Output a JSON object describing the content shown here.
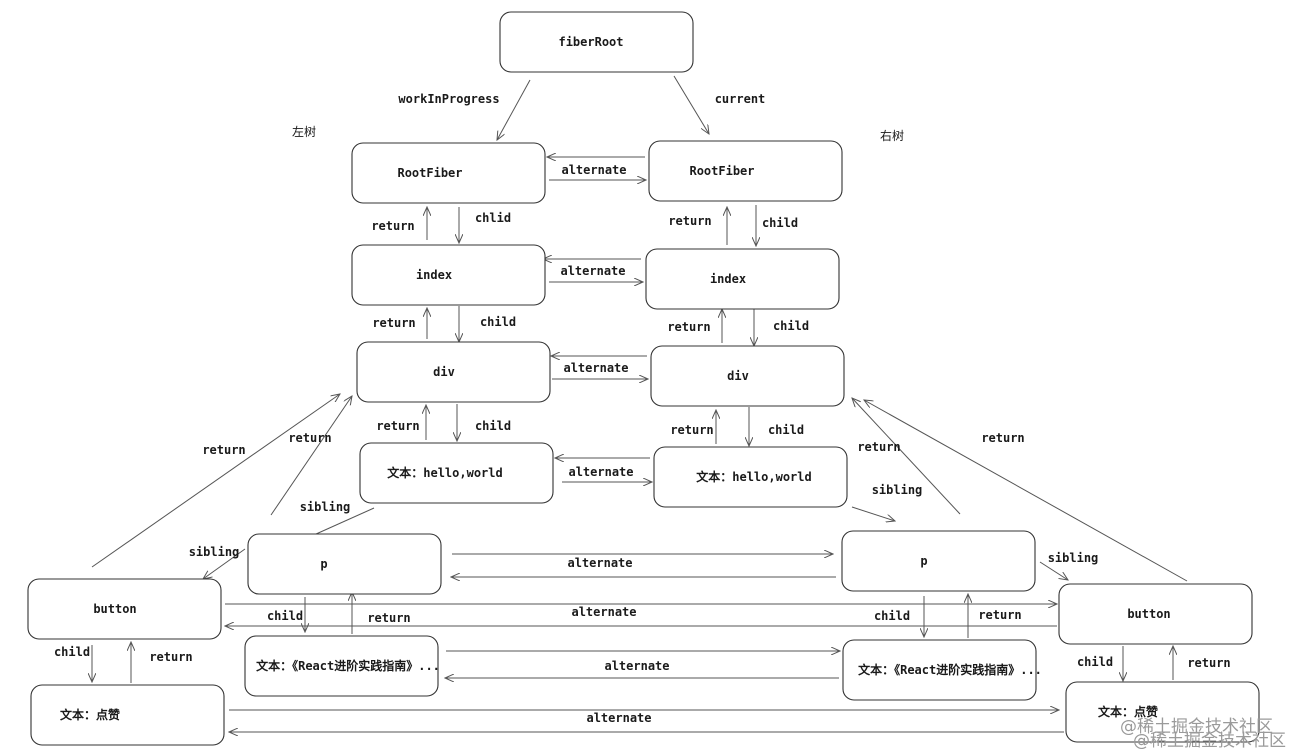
{
  "side_labels": {
    "left": "左树",
    "right": "右树"
  },
  "watermark": "@稀土掘金技术社区",
  "nodes": [
    {
      "id": "fiberRoot",
      "label": "fiberRoot"
    },
    {
      "id": "L_rootfiber",
      "label": "RootFiber"
    },
    {
      "id": "R_rootfiber",
      "label": "RootFiber"
    },
    {
      "id": "L_index",
      "label": "index"
    },
    {
      "id": "R_index",
      "label": "index"
    },
    {
      "id": "L_div",
      "label": "div"
    },
    {
      "id": "R_div",
      "label": "div"
    },
    {
      "id": "L_hello",
      "label": "文本：hello,world"
    },
    {
      "id": "R_hello",
      "label": "文本：hello,world"
    },
    {
      "id": "L_p",
      "label": "p"
    },
    {
      "id": "R_p",
      "label": "p"
    },
    {
      "id": "L_button",
      "label": "button"
    },
    {
      "id": "R_button",
      "label": "button"
    },
    {
      "id": "L_ptext",
      "label": "文本：《React进阶实践指南》..."
    },
    {
      "id": "R_ptext",
      "label": "文本：《React进阶实践指南》..."
    },
    {
      "id": "L_like",
      "label": "文本：点赞"
    },
    {
      "id": "R_like",
      "label": "文本：点赞"
    }
  ],
  "edges": [
    {
      "from": "fiberRoot",
      "to": "L_rootfiber",
      "label": "workInProgress"
    },
    {
      "from": "fiberRoot",
      "to": "R_rootfiber",
      "label": "current"
    },
    {
      "from": "R_rootfiber",
      "to": "L_rootfiber",
      "label": "alternate"
    },
    {
      "from": "L_rootfiber",
      "to": "R_rootfiber",
      "label": ""
    },
    {
      "from": "L_index",
      "to": "L_rootfiber",
      "label": "return"
    },
    {
      "from": "L_rootfiber",
      "to": "L_index",
      "label": "chlid"
    },
    {
      "from": "R_index",
      "to": "R_rootfiber",
      "label": "return"
    },
    {
      "from": "R_rootfiber",
      "to": "R_index",
      "label": "child"
    },
    {
      "from": "R_index",
      "to": "L_index",
      "label": "alternate"
    },
    {
      "from": "L_index",
      "to": "R_index",
      "label": ""
    },
    {
      "from": "L_div",
      "to": "L_index",
      "label": "return"
    },
    {
      "from": "L_index",
      "to": "L_div",
      "label": "child"
    },
    {
      "from": "R_div",
      "to": "R_index",
      "label": "return"
    },
    {
      "from": "R_index",
      "to": "R_div",
      "label": "child"
    },
    {
      "from": "R_div",
      "to": "L_div",
      "label": "alternate"
    },
    {
      "from": "L_div",
      "to": "R_div",
      "label": ""
    },
    {
      "from": "L_hello",
      "to": "L_div",
      "label": "return"
    },
    {
      "from": "L_div",
      "to": "L_hello",
      "label": "child"
    },
    {
      "from": "R_hello",
      "to": "R_div",
      "label": "return"
    },
    {
      "from": "R_div",
      "to": "R_hello",
      "label": "child"
    },
    {
      "from": "R_hello",
      "to": "L_hello",
      "label": "alternate"
    },
    {
      "from": "L_hello",
      "to": "R_hello",
      "label": ""
    },
    {
      "from": "L_hello",
      "to": "L_p",
      "label": "sibling"
    },
    {
      "from": "R_hello",
      "to": "R_p",
      "label": "sibling"
    },
    {
      "from": "L_p",
      "to": "L_div",
      "label": "return"
    },
    {
      "from": "R_p",
      "to": "R_div",
      "label": "return"
    },
    {
      "from": "L_p",
      "to": "R_p",
      "label": ""
    },
    {
      "from": "R_p",
      "to": "L_p",
      "label": "alternate"
    },
    {
      "from": "L_p",
      "to": "L_button",
      "label": "sibling"
    },
    {
      "from": "R_p",
      "to": "R_button",
      "label": "sibling"
    },
    {
      "from": "L_button",
      "to": "L_div",
      "label": "return"
    },
    {
      "from": "R_button",
      "to": "R_div",
      "label": "return"
    },
    {
      "from": "L_button",
      "to": "R_button",
      "label": "alternate"
    },
    {
      "from": "R_button",
      "to": "L_button",
      "label": ""
    },
    {
      "from": "L_p",
      "to": "L_ptext",
      "label": "child"
    },
    {
      "from": "L_ptext",
      "to": "L_p",
      "label": "return"
    },
    {
      "from": "R_p",
      "to": "R_ptext",
      "label": "child"
    },
    {
      "from": "R_ptext",
      "to": "R_p",
      "label": "return"
    },
    {
      "from": "L_ptext",
      "to": "R_ptext",
      "label": ""
    },
    {
      "from": "R_ptext",
      "to": "L_ptext",
      "label": "alternate"
    },
    {
      "from": "L_button",
      "to": "L_like",
      "label": "child"
    },
    {
      "from": "L_like",
      "to": "L_button",
      "label": "return"
    },
    {
      "from": "R_button",
      "to": "R_like",
      "label": "child"
    },
    {
      "from": "R_like",
      "to": "R_button",
      "label": "return"
    },
    {
      "from": "L_like",
      "to": "R_like",
      "label": ""
    },
    {
      "from": "R_like",
      "to": "L_like",
      "label": "alternate"
    }
  ]
}
